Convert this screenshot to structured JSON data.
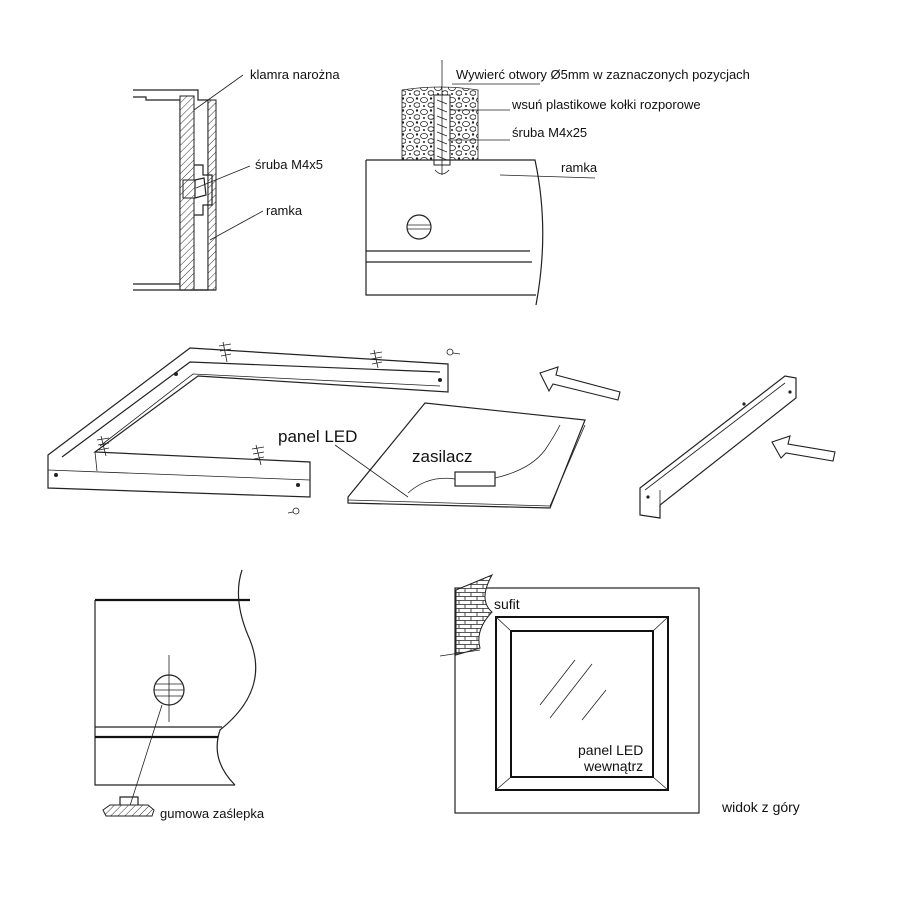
{
  "labels": {
    "corner_clip": "klamra narożna",
    "screw_m4x5": "śruba M4x5",
    "frame_left": "ramka",
    "drill_holes": "Wywierć otwory Ø5mm w zaznaczonych pozycjach",
    "plastic_plugs": "wsuń plastikowe kołki rozporowe",
    "screw_m4x25": "śruba M4x25",
    "frame_right": "ramka",
    "led_panel": "panel LED",
    "power_supply": "zasilacz",
    "rubber_cap": "gumowa zaślepka",
    "ceiling": "sufit",
    "led_panel_inside_1": "panel LED",
    "led_panel_inside_2": "wewnątrz",
    "top_view": "widok z góry"
  },
  "colors": {
    "line": "#222222",
    "background": "#ffffff"
  }
}
